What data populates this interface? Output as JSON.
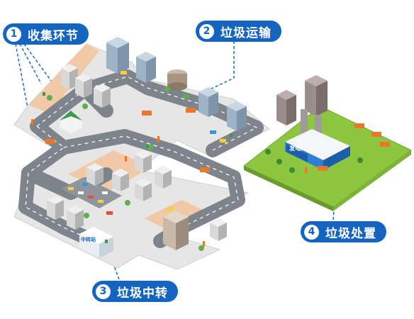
{
  "steps": [
    {
      "number": "1",
      "label": "收集环节"
    },
    {
      "number": "2",
      "label": "垃圾运输"
    },
    {
      "number": "3",
      "label": "垃圾中转"
    },
    {
      "number": "4",
      "label": "垃圾处置"
    }
  ],
  "signs": {
    "transfer_station": "中转站",
    "power_plant": "发电厂"
  },
  "colors": {
    "pill": "#1565c0",
    "road": "#7d848c",
    "ground": "#e6e6e6",
    "grass": "#8dc63f",
    "truck": "#e8792b",
    "connector": "#1e73c8"
  }
}
